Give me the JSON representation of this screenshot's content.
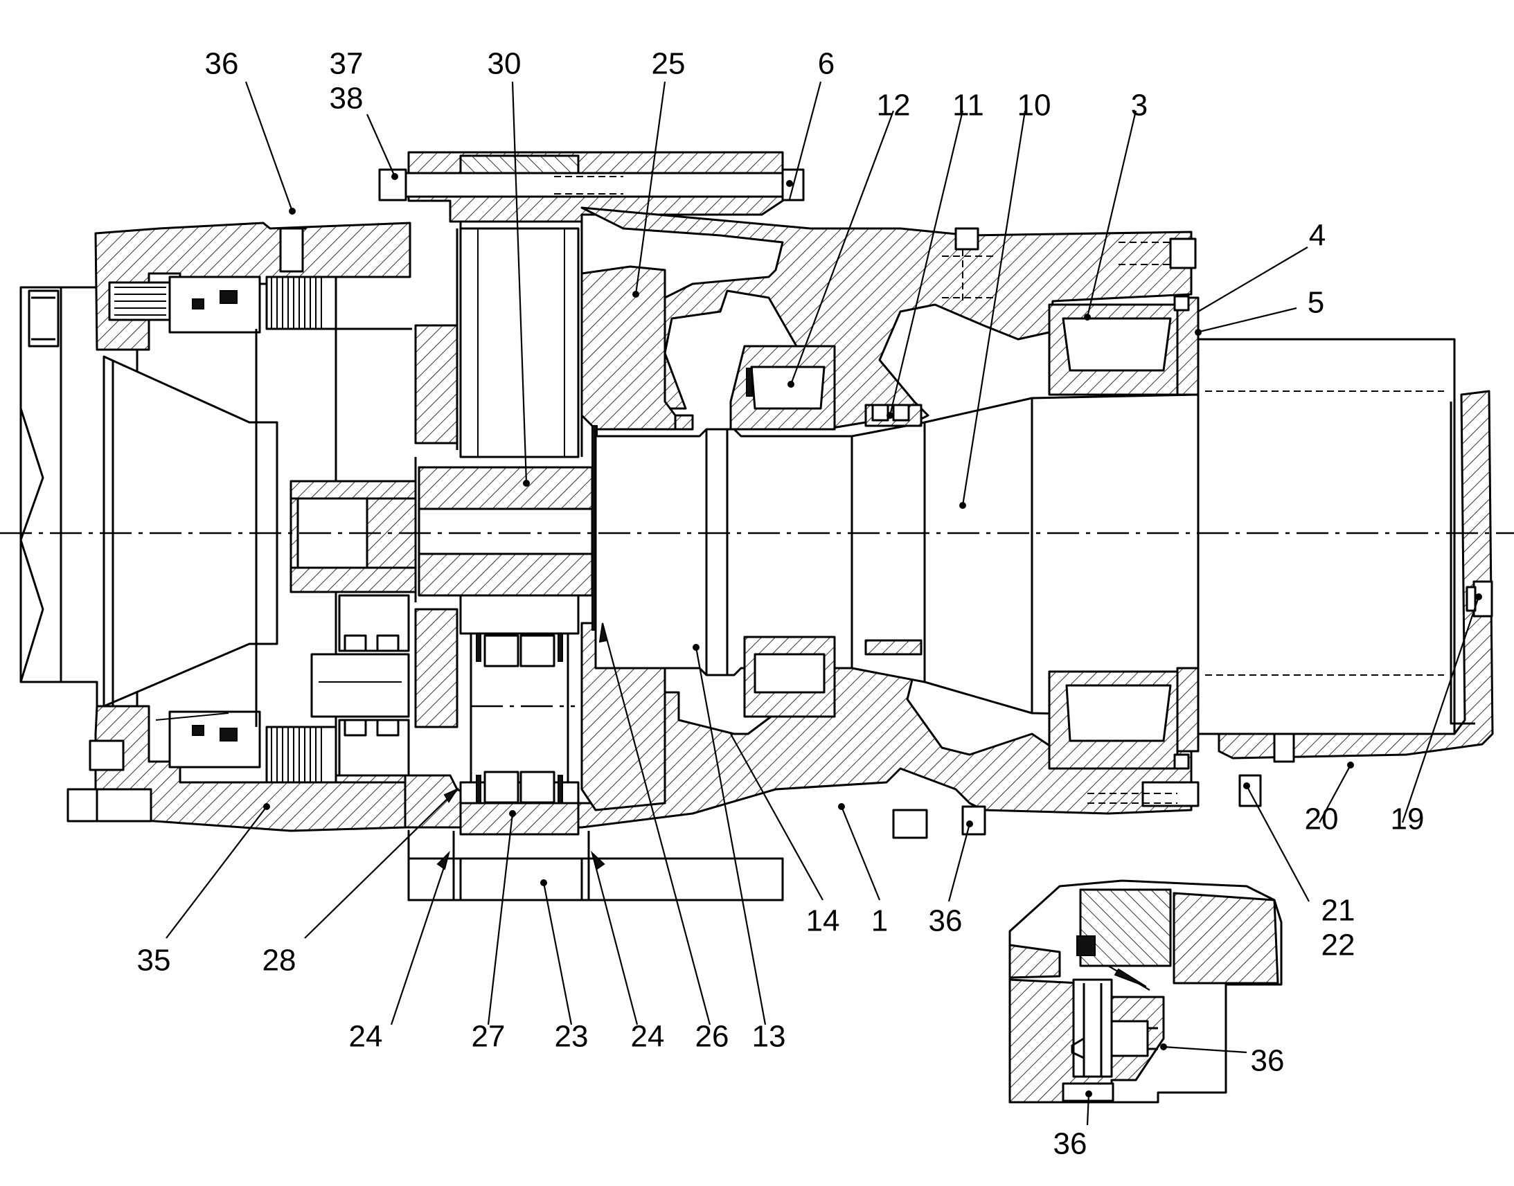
{
  "labels": {
    "l36a": "36",
    "l37": "37",
    "l38": "38",
    "l30": "30",
    "l25": "25",
    "l6": "6",
    "l12": "12",
    "l11": "11",
    "l10": "10",
    "l3": "3",
    "l4": "4",
    "l5": "5",
    "l20": "20",
    "l19": "19",
    "l21": "21",
    "l22": "22",
    "l35": "35",
    "l28": "28",
    "l24a": "24",
    "l27": "27",
    "l23": "23",
    "l24b": "24",
    "l26": "26",
    "l13": "13",
    "l14": "14",
    "l1": "1",
    "l36b": "36",
    "l36c": "36",
    "l36d": "36"
  }
}
